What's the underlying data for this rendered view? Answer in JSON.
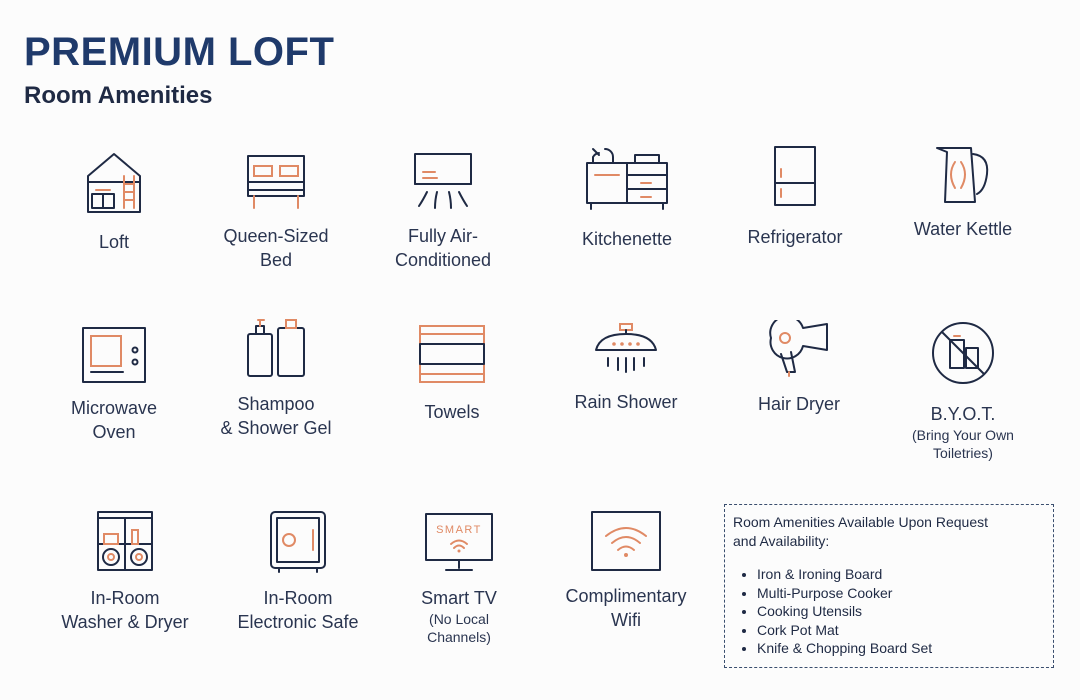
{
  "header": {
    "title": "PREMIUM LOFT",
    "subtitle": "Room Amenities"
  },
  "amenities": [
    {
      "icon": "loft-house-icon",
      "line1": "Loft",
      "line2": ""
    },
    {
      "icon": "bed-icon",
      "line1": "Queen-Sized",
      "line2": "Bed"
    },
    {
      "icon": "air-conditioner-icon",
      "line1": "Fully Air-",
      "line2": "Conditioned"
    },
    {
      "icon": "kitchenette-icon",
      "line1": "Kitchenette",
      "line2": ""
    },
    {
      "icon": "refrigerator-icon",
      "line1": "Refrigerator",
      "line2": ""
    },
    {
      "icon": "kettle-icon",
      "line1": "Water Kettle",
      "line2": ""
    },
    {
      "icon": "microwave-icon",
      "line1": "Microwave",
      "line2": "Oven"
    },
    {
      "icon": "shampoo-bottles-icon",
      "line1": "Shampoo",
      "line2": "& Shower Gel"
    },
    {
      "icon": "towels-icon",
      "line1": "Towels",
      "line2": ""
    },
    {
      "icon": "rain-shower-icon",
      "line1": "Rain Shower",
      "line2": ""
    },
    {
      "icon": "hair-dryer-icon",
      "line1": "Hair Dryer",
      "line2": ""
    },
    {
      "icon": "no-toiletries-icon",
      "line1": "B.Y.O.T.",
      "line2": "",
      "note1": "(Bring Your Own",
      "note2": "Toiletries)"
    },
    {
      "icon": "washer-dryer-icon",
      "line1": "In-Room",
      "line2": "Washer & Dryer"
    },
    {
      "icon": "safe-icon",
      "line1": "In-Room",
      "line2": "Electronic Safe"
    },
    {
      "icon": "smart-tv-icon",
      "line1": "Smart TV",
      "line2": "",
      "note1": "(No Local",
      "note2": "Channels)",
      "screen_text": "SMART"
    },
    {
      "icon": "wifi-icon",
      "line1": "Complimentary",
      "line2": "Wifi"
    }
  ],
  "upon_request": {
    "heading_line1": "Room Amenities Available Upon Request",
    "heading_line2": "and Availability:",
    "items": [
      "Iron & Ironing Board",
      "Multi-Purpose Cooker",
      "Cooking Utensils",
      "Cork Pot Mat",
      "Knife & Chopping Board Set"
    ]
  },
  "colors": {
    "navy": "#1f2a44",
    "title": "#1f3a6b",
    "accent": "#e08a65"
  }
}
